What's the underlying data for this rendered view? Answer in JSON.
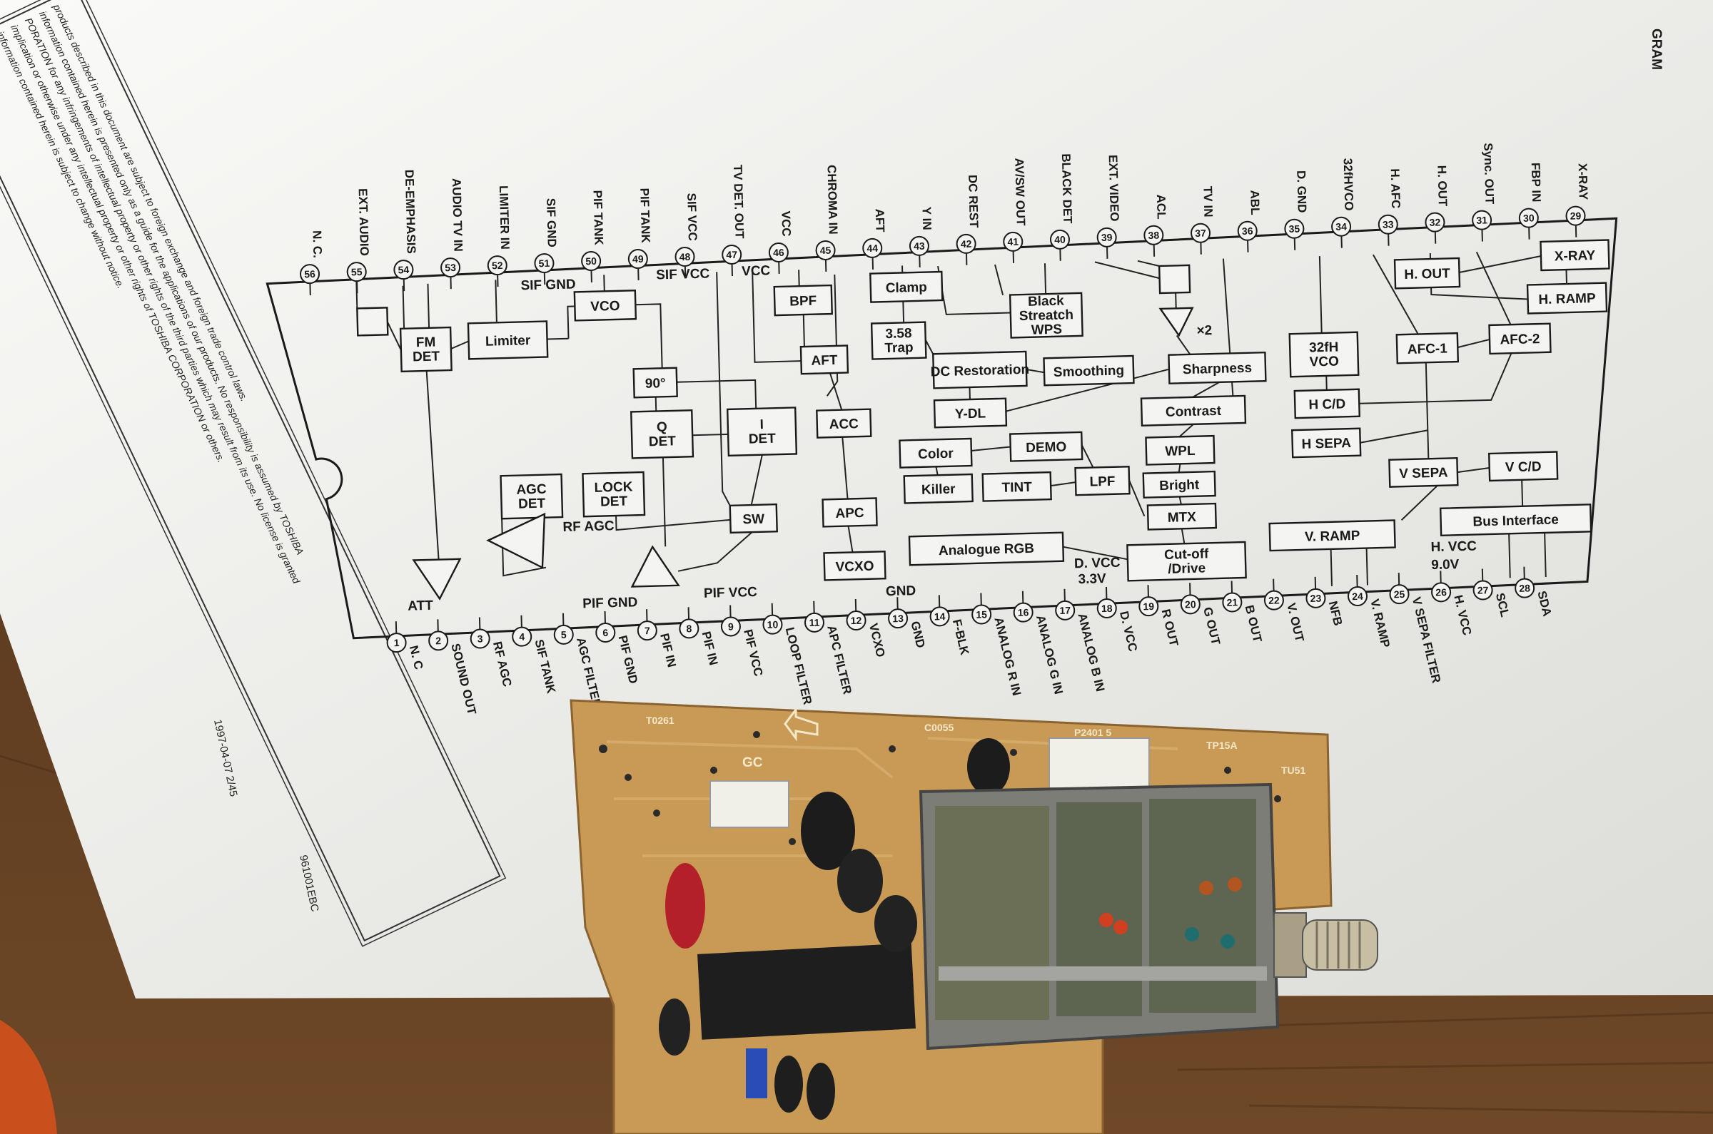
{
  "header_fragment": "GRAM",
  "disclaimer": [
    "products described in this document are subject to foreign exchange and foreign trade control laws.",
    "information contained herein is presented only as a guide for the applications of our products. No responsibility is assumed by TOSHIBA",
    "PORATION for any infringements of intellectual property or other rights of the third parties which may result from its use. No license is granted",
    "implication or otherwise under any intellectual property or other rights of TOSHIBA CORPORATION or others.",
    "information contained herein is subject to change without notice."
  ],
  "doc_code": "1997-04-07 2/45",
  "stamp": "961001EBC",
  "top_pins": [
    {
      "num": "56",
      "label": "N. C."
    },
    {
      "num": "55",
      "label": "EXT. AUDIO"
    },
    {
      "num": "54",
      "label": "DE-EMPHASIS"
    },
    {
      "num": "53",
      "label": "AUDIO TV IN"
    },
    {
      "num": "52",
      "label": "LIMITER IN"
    },
    {
      "num": "51",
      "label": "SIF GND"
    },
    {
      "num": "50",
      "label": "PIF TANK"
    },
    {
      "num": "49",
      "label": "PIF TANK"
    },
    {
      "num": "48",
      "label": "SIF VCC"
    },
    {
      "num": "47",
      "label": "TV DET. OUT"
    },
    {
      "num": "46",
      "label": "VCC"
    },
    {
      "num": "45",
      "label": "CHROMA IN"
    },
    {
      "num": "44",
      "label": "AFT"
    },
    {
      "num": "43",
      "label": "Y IN"
    },
    {
      "num": "42",
      "label": "DC REST"
    },
    {
      "num": "41",
      "label": "AV/SW OUT"
    },
    {
      "num": "40",
      "label": "BLACK DET"
    },
    {
      "num": "39",
      "label": "EXT. VIDEO"
    },
    {
      "num": "38",
      "label": "ACL"
    },
    {
      "num": "37",
      "label": "TV IN"
    },
    {
      "num": "36",
      "label": "ABL"
    },
    {
      "num": "35",
      "label": "D. GND"
    },
    {
      "num": "34",
      "label": "32fHVCO"
    },
    {
      "num": "33",
      "label": "H. AFC"
    },
    {
      "num": "32",
      "label": "H. OUT"
    },
    {
      "num": "31",
      "label": "Sync. OUT"
    },
    {
      "num": "30",
      "label": "FBP IN"
    },
    {
      "num": "29",
      "label": "X-RAY"
    }
  ],
  "bottom_pins": [
    {
      "num": "1",
      "label": "N. C"
    },
    {
      "num": "2",
      "label": "SOUND OUT"
    },
    {
      "num": "3",
      "label": "RF AGC"
    },
    {
      "num": "4",
      "label": "SIF TANK"
    },
    {
      "num": "5",
      "label": "AGC FILTER"
    },
    {
      "num": "6",
      "label": "PIF GND"
    },
    {
      "num": "7",
      "label": "PIF IN"
    },
    {
      "num": "8",
      "label": "PIF IN"
    },
    {
      "num": "9",
      "label": "PIF VCC"
    },
    {
      "num": "10",
      "label": "LOOP FILTER"
    },
    {
      "num": "11",
      "label": "APC FILTER"
    },
    {
      "num": "12",
      "label": "VCXO"
    },
    {
      "num": "13",
      "label": "GND"
    },
    {
      "num": "14",
      "label": "F-BLK"
    },
    {
      "num": "15",
      "label": "ANALOG R IN"
    },
    {
      "num": "16",
      "label": "ANALOG G IN"
    },
    {
      "num": "17",
      "label": "ANALOG B IN"
    },
    {
      "num": "18",
      "label": "D. VCC"
    },
    {
      "num": "19",
      "label": "R OUT"
    },
    {
      "num": "20",
      "label": "G OUT"
    },
    {
      "num": "21",
      "label": "B OUT"
    },
    {
      "num": "22",
      "label": "V. OUT"
    },
    {
      "num": "23",
      "label": "NFB"
    },
    {
      "num": "24",
      "label": "V. RAMP"
    },
    {
      "num": "25",
      "label": "V SEPA FILTER"
    },
    {
      "num": "26",
      "label": "H. VCC"
    },
    {
      "num": "27",
      "label": "SCL"
    },
    {
      "num": "28",
      "label": "SDA"
    }
  ],
  "blocks": {
    "fm_det": "FM DET",
    "limiter": "Limiter",
    "vco": "VCO",
    "phase90": "90°",
    "q_det": "Q DET",
    "i_det": "I DET",
    "agc_det": "AGC DET",
    "lock_det": "LOCK DET",
    "sw": "SW",
    "bpf": "BPF",
    "aft": "AFT",
    "acc": "ACC",
    "apc": "APC",
    "vcxo": "VCXO",
    "clamp": "Clamp",
    "trap": "3.58 Trap",
    "dc_restoration": "DC Restoration",
    "black_stretch": "Black Streatch WPS",
    "smoothing": "Smoothing",
    "y_dl": "Y-DL",
    "color": "Color",
    "demo": "DEMO",
    "killer": "Killer",
    "tint": "TINT",
    "lpf": "LPF",
    "analogue_rgb": "Analogue RGB",
    "sharpness": "Sharpness",
    "contrast": "Contrast",
    "wpl": "WPL",
    "bright": "Bright",
    "mtx": "MTX",
    "cutoff_drive": "Cut-off /Drive",
    "vco32": "32fH VCO",
    "hcd": "H C/D",
    "hsepa": "H SEPA",
    "afc1": "AFC-1",
    "afc2": "AFC-2",
    "hramp": "H. RAMP",
    "hout": "H. OUT",
    "xray": "X-RAY",
    "vsepa": "V SEPA",
    "vcd": "V C/D",
    "vramp": "V. RAMP",
    "bus": "Bus Interface"
  },
  "annotations": {
    "att": "ATT",
    "rf_agc": "RF AGC",
    "sif_gnd": "SIF GND",
    "sif_vcc": "SIF VCC",
    "vcc": "VCC",
    "pif_gnd": "PIF GND",
    "pif_vcc": "PIF VCC",
    "gnd": "GND",
    "dvcc": "D. VCC",
    "dvcc_val": "3.3V",
    "hvcc": "H. VCC",
    "hvcc_val": "9.0V",
    "x2": "×2"
  },
  "pcb_labels": {
    "gc": "GC",
    "t0261": "T0261",
    "c0055": "C0055",
    "p2401": "P2401 5",
    "tu51": "TU51",
    "tp15a": "TP15A"
  },
  "colors": {
    "wood": "#6b4626",
    "paper": "#f4f4f2",
    "pcb": "#c99a55",
    "ink": "#1a1a1a",
    "metal": "#8d8d8a"
  }
}
